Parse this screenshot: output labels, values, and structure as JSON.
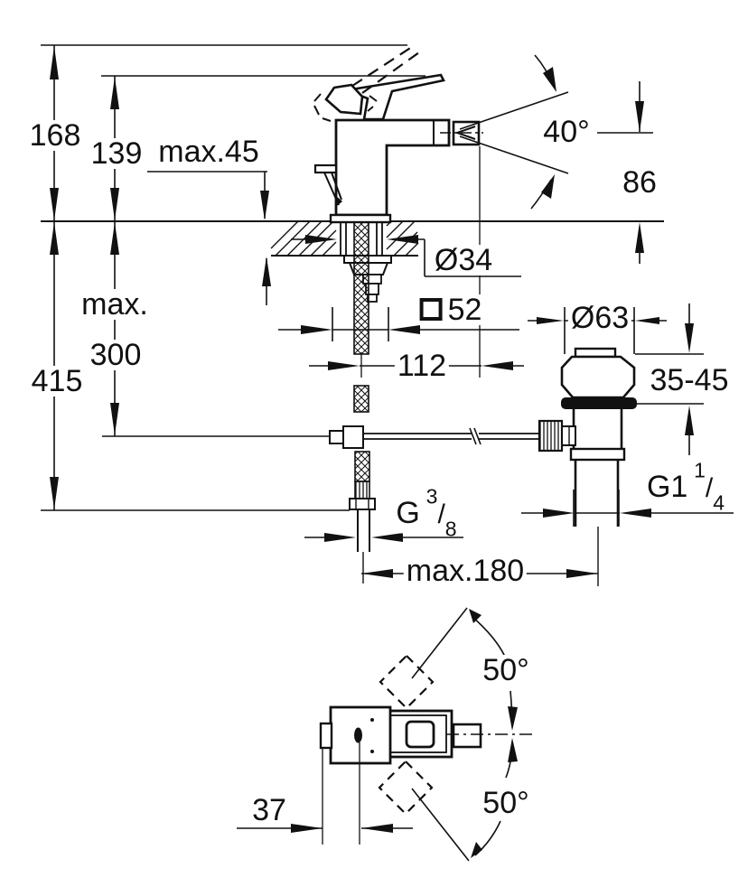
{
  "colors": {
    "ink": "#111111",
    "background": "#ffffff"
  },
  "labels": {
    "d168": "168",
    "d139": "139",
    "max45": "max.45",
    "deg40": "40°",
    "d86": "86",
    "dia34": "Ø34",
    "max_word": "max.",
    "d300": "300",
    "d415": "415",
    "sq52": "52",
    "d112": "112",
    "dia63": "Ø63",
    "range3545": "35-45",
    "g38_g": "G",
    "g38_num": "3",
    "g38_den": "8",
    "g114_g": "G1",
    "g114_num": "1",
    "g114_den": "4",
    "slash": "/",
    "max180": "max.180",
    "deg50_top": "50°",
    "deg50_bottom": "50°",
    "d37": "37"
  }
}
